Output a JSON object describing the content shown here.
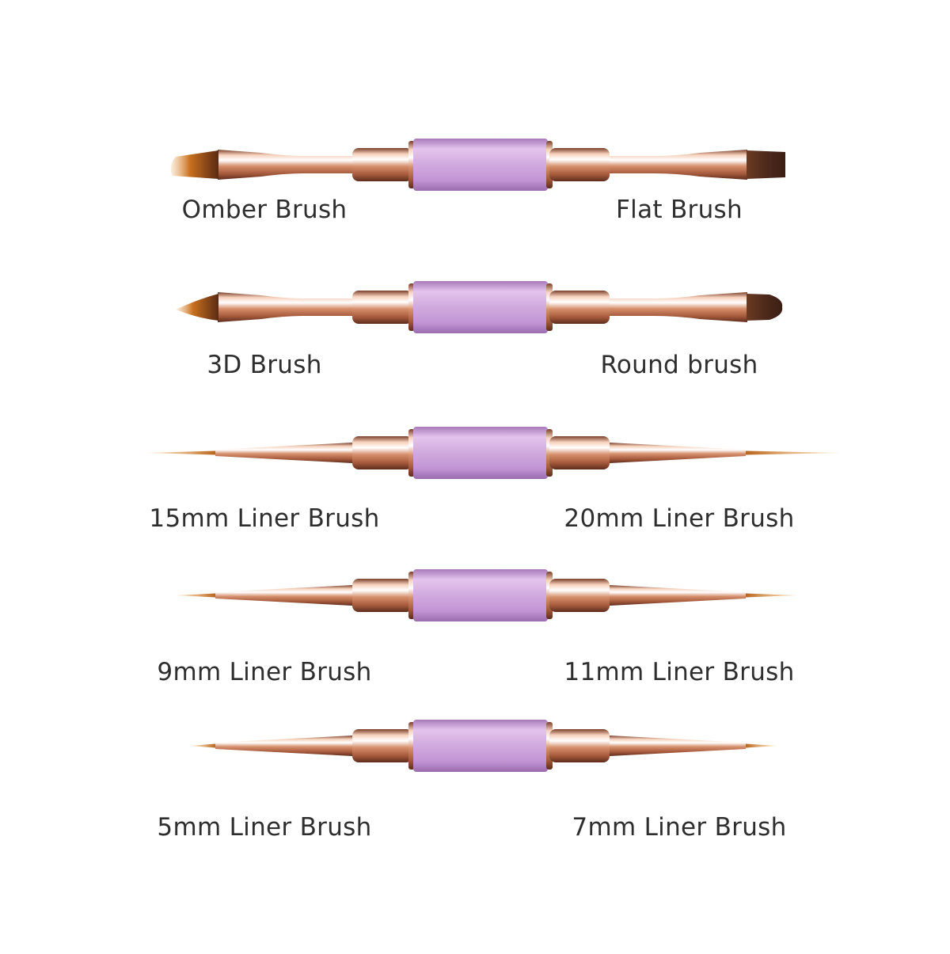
{
  "brushes": [
    {
      "left_label": "Omber Brush",
      "right_label": "Flat Brush",
      "left_tip": "ombre",
      "right_tip": "flat"
    },
    {
      "left_label": "3D Brush",
      "right_label": "Round brush",
      "left_tip": "point3d",
      "right_tip": "round"
    },
    {
      "left_label": "15mm Liner Brush",
      "right_label": "20mm Liner Brush",
      "left_tip": "liner",
      "right_tip": "liner"
    },
    {
      "left_label": "9mm Liner Brush",
      "right_label": "11mm Liner Brush",
      "left_tip": "liner",
      "right_tip": "liner"
    },
    {
      "left_label": "5mm Liner Brush",
      "right_label": "7mm Liner Brush",
      "left_tip": "liner",
      "right_tip": "liner"
    }
  ],
  "colors": {
    "background": "#ffffff",
    "handle_lilac": "#c79ad6",
    "rose_gold": "#d99a7c",
    "bristle_brown": "#6b3a22",
    "bristle_amber": "#c8701e",
    "label_text": "#2e2e2e"
  }
}
